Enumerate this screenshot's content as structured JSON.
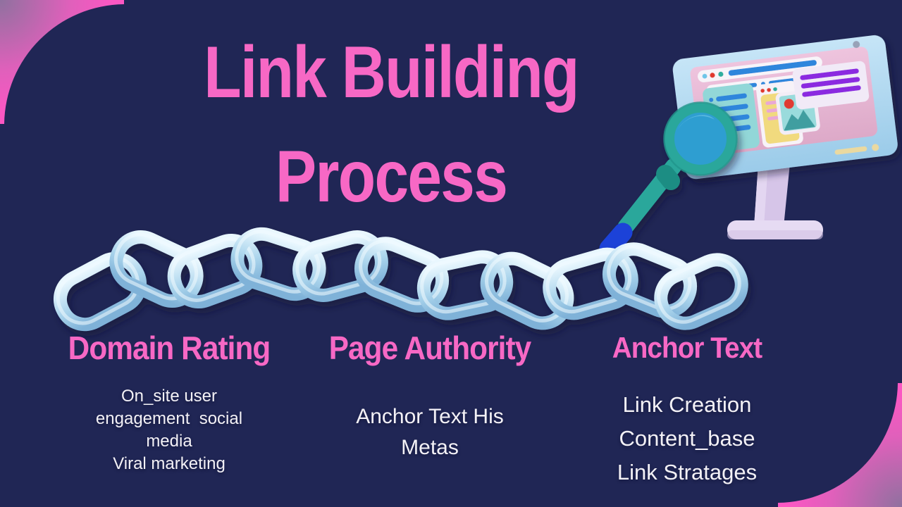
{
  "title": {
    "line1": "Link Building",
    "line2": "Process"
  },
  "sections": [
    {
      "heading": "Domain Rating",
      "lines": [
        "On_site user",
        "engagement  social",
        "media",
        "Viral marketing"
      ]
    },
    {
      "heading": "Page Authority",
      "lines": [
        "Anchor Text His",
        "Metas"
      ]
    },
    {
      "heading": "Anchor Text",
      "lines": [
        "Link Creation",
        "Content_base",
        "Link Stratages"
      ]
    }
  ],
  "icons": {
    "monitor": "monitor-browser-illustration",
    "magnifier": "magnifying-glass-icon",
    "chain": "chain-links-illustration",
    "corners": "quarter-circle-corner-decoration"
  },
  "colors": {
    "background": "#202655",
    "accent-pink": "#f768c5",
    "body-text": "#f3f1f6",
    "corner-pink": "#fb57c3",
    "corner-purple": "#8d6f9d",
    "chain-blue": "#a9d2ea",
    "monitor-blue": "#aed8f0",
    "screen-pink": "#e7b8d3",
    "magnifier-teal": "#2ba79b",
    "magnifier-lens": "#2d9ed1",
    "handle-blue": "#1b43d8"
  }
}
